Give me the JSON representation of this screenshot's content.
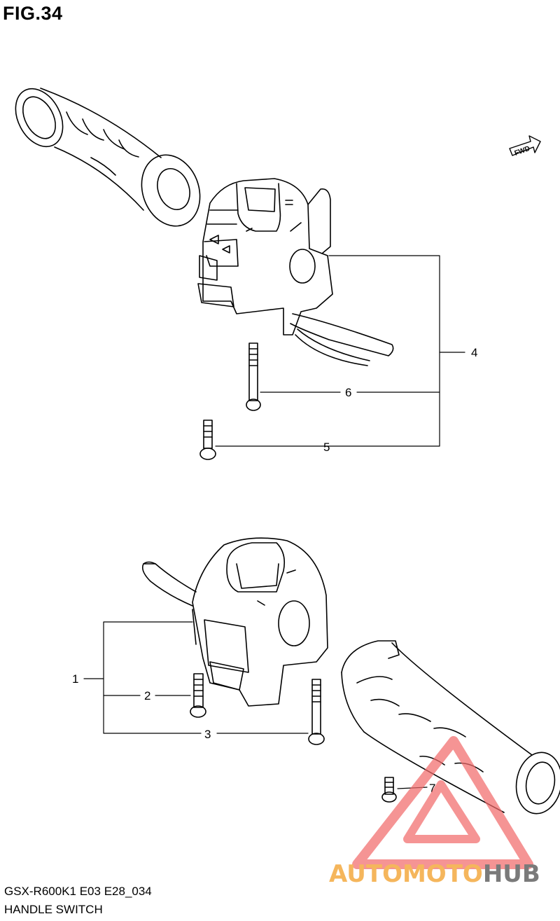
{
  "figure": {
    "title": "FIG.34"
  },
  "fwd_label": "FWD",
  "callouts": {
    "c1": "1",
    "c2": "2",
    "c3": "3",
    "c4": "4",
    "c5": "5",
    "c6": "6",
    "c7": "7"
  },
  "footer": {
    "model": "GSX-R600K1 E03 E28_034",
    "name": "HANDLE SWITCH"
  },
  "watermark": {
    "part1": "AUTOMOTO",
    "part2": "HUB",
    "colors": {
      "triangle": "#f26b6b",
      "auto": "#f5b65c",
      "hub": "#7a7a7a"
    }
  }
}
